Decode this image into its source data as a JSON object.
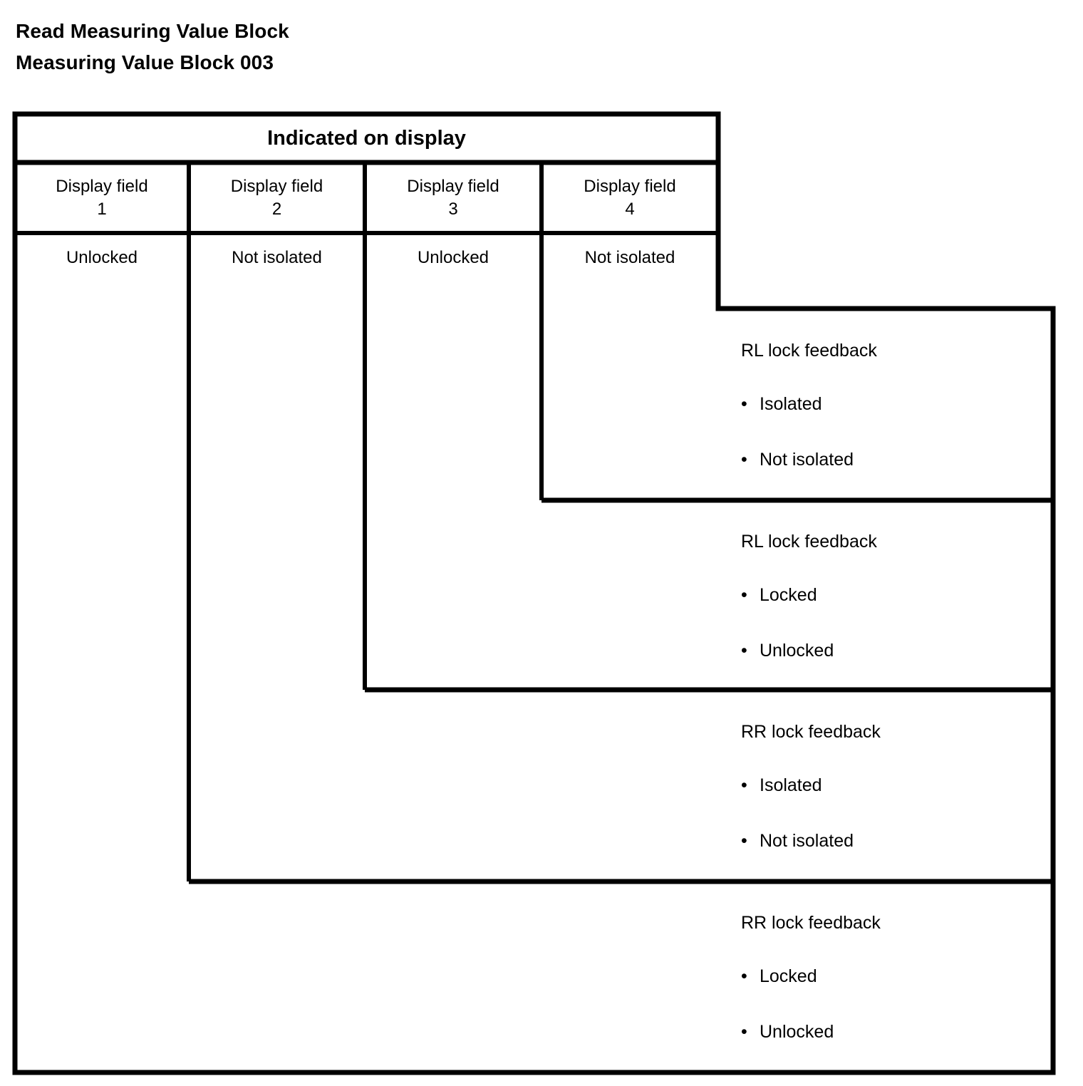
{
  "document": {
    "title_line_1": "Read Measuring Value Block",
    "title_line_2": "Measuring Value Block 003"
  },
  "table": {
    "header": "Indicated on display",
    "columns": [
      {
        "label": "Display field",
        "number": "1",
        "value": "Unlocked"
      },
      {
        "label": "Display field",
        "number": "2",
        "value": "Not isolated"
      },
      {
        "label": "Display field",
        "number": "3",
        "value": "Unlocked"
      },
      {
        "label": "Display field",
        "number": "4",
        "value": "Not isolated"
      }
    ]
  },
  "explanations": [
    {
      "title": "RL lock feedback",
      "items": [
        "Isolated",
        "Not isolated"
      ]
    },
    {
      "title": "RL lock feedback",
      "items": [
        "Locked",
        "Unlocked"
      ]
    },
    {
      "title": "RR lock feedback",
      "items": [
        "Isolated",
        "Not isolated"
      ]
    },
    {
      "title": "RR lock feedback",
      "items": [
        "Locked",
        "Unlocked"
      ]
    }
  ],
  "style": {
    "line_color": "#000000",
    "background": "#ffffff",
    "bullet_glyph": "•"
  }
}
